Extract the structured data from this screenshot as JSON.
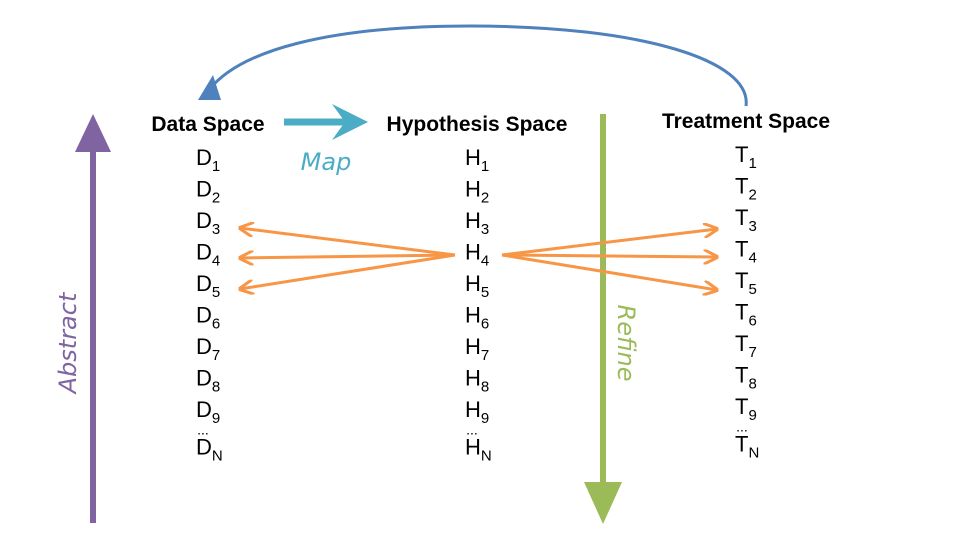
{
  "headings": {
    "data_space": "Data Space",
    "hypothesis_space": "Hypothesis Space",
    "treatment_space": "Treatment Space"
  },
  "labels": {
    "map": "Map",
    "abstract": "Abstract",
    "refine": "Refine"
  },
  "columns": {
    "data": {
      "letter": "D",
      "subscripts": [
        "1",
        "2",
        "3",
        "4",
        "5",
        "6",
        "7",
        "8",
        "9"
      ],
      "ellipsis": "...",
      "last_subscript": "N"
    },
    "hypothesis": {
      "letter": "H",
      "subscripts": [
        "1",
        "2",
        "3",
        "4",
        "5",
        "6",
        "7",
        "8",
        "9"
      ],
      "ellipsis": "...",
      "last_subscript": "N"
    },
    "treatment": {
      "letter": "T",
      "subscripts": [
        "1",
        "2",
        "3",
        "4",
        "5",
        "6",
        "7",
        "8",
        "9"
      ],
      "ellipsis": "...",
      "last_subscript": "N"
    }
  },
  "colors": {
    "map_arrow": "#4BACC6",
    "loop_arrow": "#4F81BD",
    "abstract_arrow": "#8064A2",
    "refine_arrow": "#9BBB59",
    "link_arrows": "#F79646",
    "text": "#000000"
  }
}
